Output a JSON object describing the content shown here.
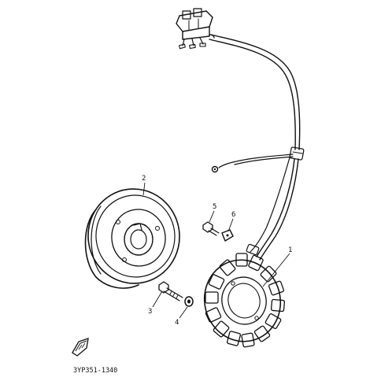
{
  "diagram": {
    "callouts": [
      {
        "id": "1",
        "label": "1"
      },
      {
        "id": "2",
        "label": "2"
      },
      {
        "id": "3",
        "label": "3"
      },
      {
        "id": "4",
        "label": "4"
      },
      {
        "id": "5",
        "label": "5"
      },
      {
        "id": "6",
        "label": "6"
      }
    ],
    "diagram_code": "3YP351-1340",
    "front_icon": "front-arrow-icon",
    "line_color": "#111111",
    "background": "#ffffff"
  }
}
